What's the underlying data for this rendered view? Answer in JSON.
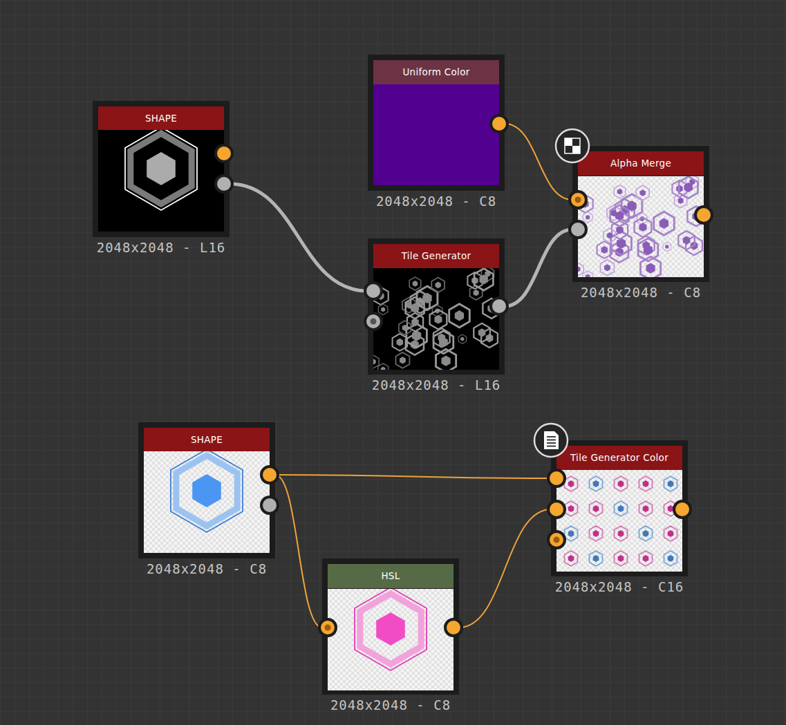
{
  "diagram": {
    "nodes": [
      {
        "text": [
          "SHAPE",
          "2048x2048 - L16"
        ]
      },
      {
        "text": [
          "Uniform Color",
          "2048x2048 - C8"
        ]
      },
      {
        "text": [
          "Tile Generator",
          "2048x2048 - L16"
        ]
      },
      {
        "text": [
          "Alpha Merge",
          "2048x2048 - C8"
        ]
      },
      {
        "text": [
          "SHAPE",
          "2048x2048 - C8"
        ]
      },
      {
        "text": [
          "HSL",
          "2048x2048 - C8"
        ]
      },
      {
        "text": [
          "Tile Generator Color",
          "2048x2048 - C16"
        ]
      }
    ],
    "edges": [
      {
        "from": 0,
        "to": 2,
        "arrow": "none"
      },
      {
        "from": 1,
        "to": 3,
        "arrow": "none"
      },
      {
        "from": 2,
        "to": 3,
        "arrow": "none"
      },
      {
        "from": 4,
        "to": 6,
        "arrow": "none"
      },
      {
        "from": 4,
        "to": 5,
        "arrow": "none"
      },
      {
        "from": 5,
        "to": 6,
        "arrow": "none"
      }
    ]
  }
}
